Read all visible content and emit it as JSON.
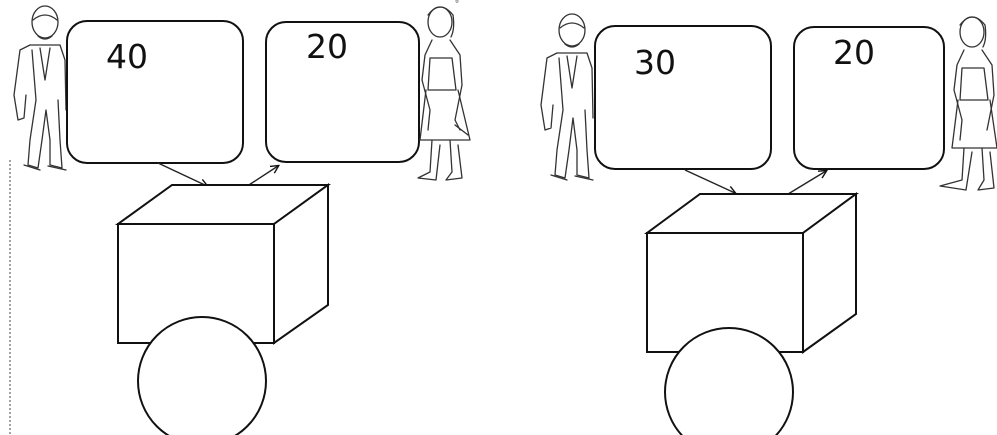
{
  "panels": [
    {
      "left_box_value": "40",
      "right_box_value": "20"
    },
    {
      "left_box_value": "30",
      "right_box_value": "20"
    }
  ],
  "icons": {
    "man": "standing-man-figure",
    "woman": "standing-woman-figure",
    "arrow": "arrow-icon"
  }
}
